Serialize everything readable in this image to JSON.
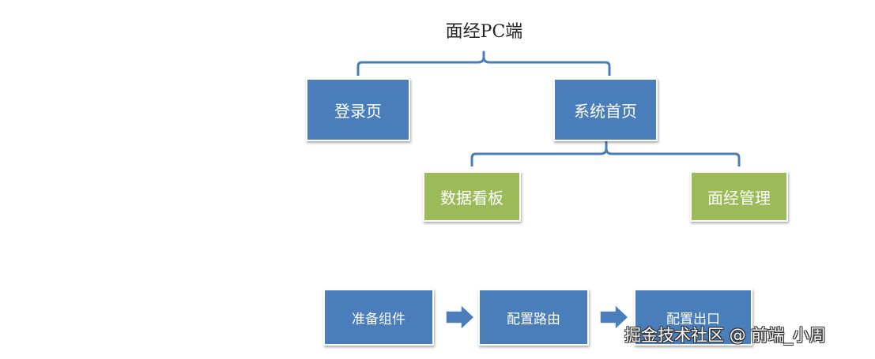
{
  "diagram": {
    "title": "面经PC端",
    "level1": {
      "login": "登录页",
      "home": "系统首页"
    },
    "level2": {
      "dashboard": "数据看板",
      "interview_mgmt": "面经管理"
    },
    "steps": [
      "准备组件",
      "配置路由",
      "配置出口"
    ],
    "colors": {
      "blue_box": "#4a7ebb",
      "green_box": "#9bbb59",
      "connector": "#4a7ebb"
    }
  },
  "watermark": "掘金技术社区 @ 前端_小周"
}
